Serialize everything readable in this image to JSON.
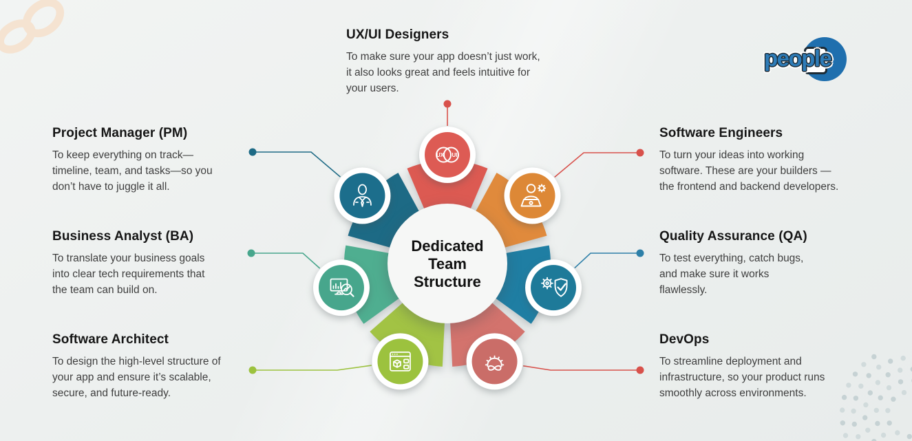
{
  "page": {
    "background_color": "#eef1f0"
  },
  "logo": {
    "text": "people",
    "color": "#2e7cb8",
    "circle_color": "#1f6fae"
  },
  "wheel": {
    "title": "Dedicated\nTeam\nStructure",
    "center_color": "#f6f7f6",
    "segments": [
      {
        "id": "uxui",
        "segment_color": "#dc5a52",
        "icon_bg": "#dd5b54",
        "icon": "uxui-venn-icon",
        "connector_color": "#d8514b",
        "venn_labels": [
          "UX",
          "UI"
        ]
      },
      {
        "id": "se",
        "segment_color": "#e08a3c",
        "icon_bg": "#dd8836",
        "icon": "engineer-laptop-icon",
        "connector_color": "#d8514b"
      },
      {
        "id": "qa",
        "segment_color": "#1f7ea3",
        "icon_bg": "#1e7a99",
        "icon": "qa-shield-icon",
        "connector_color": "#2d7fa8"
      },
      {
        "id": "devops",
        "segment_color": "#d3736d",
        "icon_bg": "#ca6d68",
        "icon": "devops-infinity-icon",
        "connector_color": "#d8514b"
      },
      {
        "id": "architect",
        "segment_color": "#a2c344",
        "icon_bg": "#9cc23e",
        "icon": "architect-window-icon",
        "connector_color": "#9cc23e"
      },
      {
        "id": "ba",
        "segment_color": "#4fae90",
        "icon_bg": "#47a68c",
        "icon": "analyst-chart-icon",
        "connector_color": "#47a68c"
      },
      {
        "id": "pm",
        "segment_color": "#1d6a85",
        "icon_bg": "#1c6e8c",
        "icon": "manager-person-icon",
        "connector_color": "#1d6a85"
      }
    ]
  },
  "roles": [
    {
      "id": "uxui",
      "title": "UX/UI Designers",
      "description": "To make sure your app doesn’t just work,\nit also looks great and feels intuitive for\nyour users."
    },
    {
      "id": "pm",
      "title": "Project Manager (PM)",
      "description": "To keep everything on track—\ntimeline, team, and tasks—so you\ndon’t have to juggle it all."
    },
    {
      "id": "ba",
      "title": "Business Analyst (BA)",
      "description": "To translate your business goals\ninto clear tech requirements that\nthe team can build on."
    },
    {
      "id": "architect",
      "title": "Software Architect",
      "description": "To design the high-level structure of\nyour app and ensure it’s scalable,\nsecure, and future-ready."
    },
    {
      "id": "se",
      "title": "Software Engineers",
      "description": "To turn your ideas into working\nsoftware. These are your builders —\nthe frontend and backend developers."
    },
    {
      "id": "qa",
      "title": "Quality Assurance (QA)",
      "description": "To test everything, catch bugs,\nand make sure it works\nflawlessly."
    },
    {
      "id": "devops",
      "title": "DevOps",
      "description": "To streamline deployment and\ninfrastructure, so your product runs\nsmoothly across environments."
    }
  ]
}
